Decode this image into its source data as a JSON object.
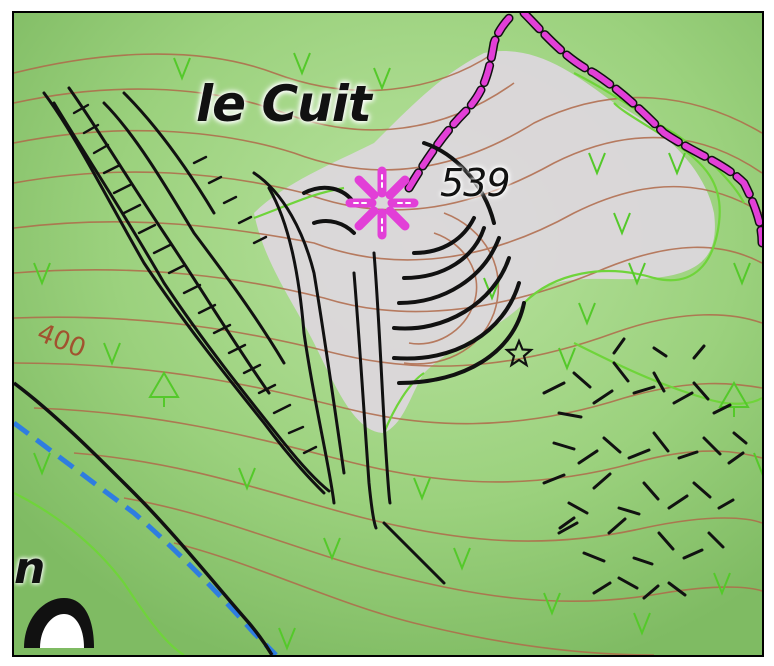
{
  "map": {
    "place_name": "le Cuit",
    "summit_elevation": "539",
    "contour_label": "400",
    "edge_label_fragment": "n",
    "colors": {
      "land": "#9bd17d",
      "land_dark": "#86c06a",
      "rock": "#d9d6d9",
      "contour": "#b06a4a",
      "vegetation_boundary": "#7fdc45",
      "trail": "#e23fd7",
      "water": "#2f7de0",
      "cliff": "#111111"
    },
    "symbols": {
      "summit": "pink-flower-icon",
      "star": "star-icon",
      "tree": "conifer-icon"
    }
  }
}
